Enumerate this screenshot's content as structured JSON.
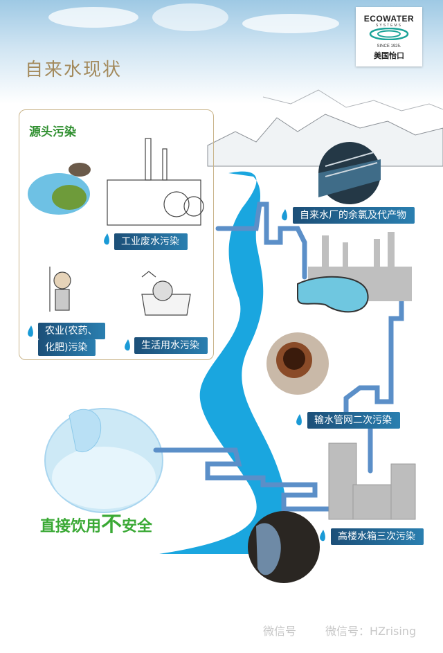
{
  "page": {
    "title": "自来水现状"
  },
  "logo": {
    "brand": "ECOWATER",
    "sub": "SYSTEMS",
    "since": "SINCE 1925.",
    "region": "美国怡口"
  },
  "source_pollution": {
    "title": "源头污染",
    "industrial": "工业废水污染",
    "agri_line1": "农业(农药、",
    "agri_line2": "化肥)污染",
    "domestic": "生活用水污染"
  },
  "pipeline": {
    "plant": "自来水厂的余氯及代产物",
    "network": "输水管网二次污染",
    "tank": "高楼水箱三次污染"
  },
  "headline": {
    "p1": "直接",
    "p2": "饮用",
    "p3": "不",
    "p4": "安全"
  },
  "watermarks": {
    "w1": "微信号",
    "w2": "微信号：HZrising"
  },
  "colors": {
    "river": "#1aa6df",
    "pipe": "#5b8fc8",
    "tag": "#1c4f78",
    "headline": "#3aa935",
    "title": "#a38a5c"
  }
}
